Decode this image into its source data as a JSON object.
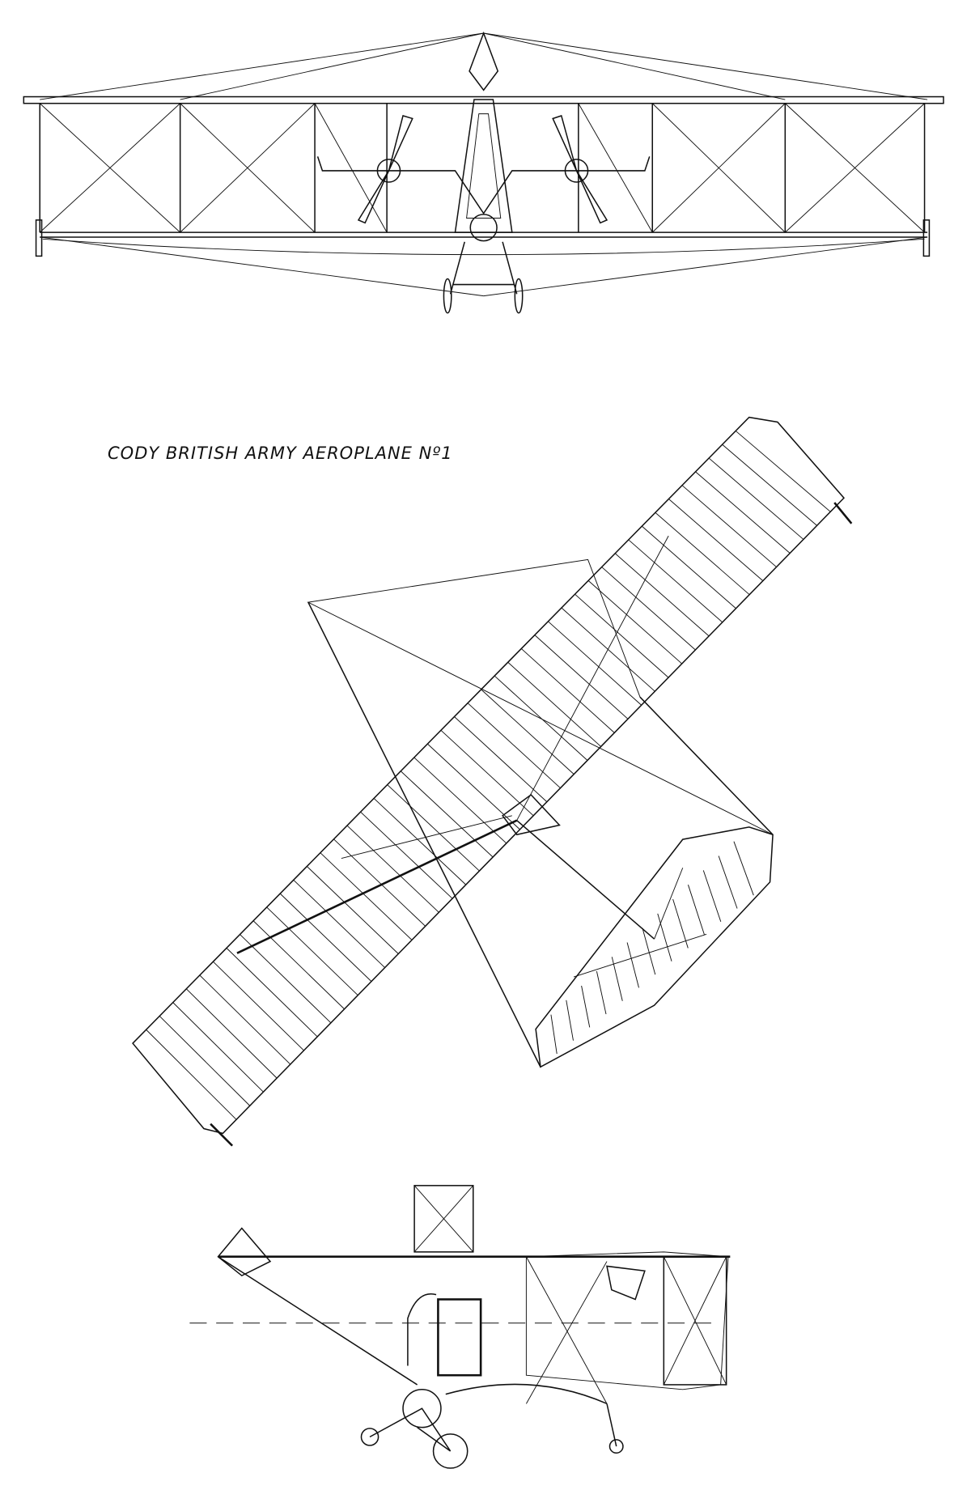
{
  "drawing": {
    "title": "CODY BRITISH ARMY AEROPLANE Nº1",
    "ink_color": "#111111",
    "paper_color": "#ffffff",
    "views": [
      "front-view",
      "plan-view",
      "side-view"
    ]
  }
}
